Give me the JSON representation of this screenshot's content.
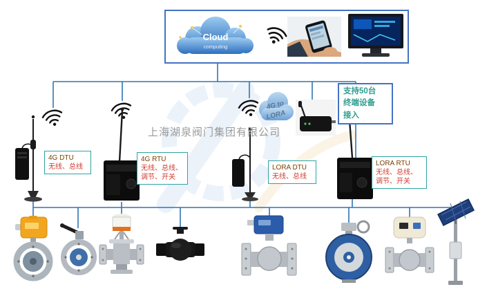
{
  "company": {
    "watermark_text": "上海湖泉阀门集团有限公司"
  },
  "cloud_platform": {
    "cloud_title": "Cloud",
    "cloud_subtitle": "computing"
  },
  "gateway_cloud": {
    "line1": "4G to",
    "line2": "LORA"
  },
  "support_box": {
    "line1": "支持50台",
    "line2": "终端设备",
    "line3": "接入"
  },
  "device_labels": {
    "dtu_4g": {
      "name": "4G DTU",
      "feature1": "无线、总线"
    },
    "rtu_4g": {
      "name": "4G RTU",
      "feature1": "无线、总线、",
      "feature2": "调节、开关"
    },
    "dtu_lora": {
      "name": "LORA DTU",
      "feature1": "无线、总线"
    },
    "rtu_lora": {
      "name": "LORA RTU",
      "feature1": "无线、总线、",
      "feature2": "调节、开关"
    }
  },
  "icons": {
    "wifi_icon": "three-arc wireless signal",
    "cloud_icon": "blue cloud computing shape",
    "antenna_icon": "whip antenna with magnetic base"
  },
  "colors": {
    "connector_blue": "#2E75B6",
    "frame_border_blue": "#4472C4",
    "label_border_teal": "#2FA3A3",
    "device_name_text": "#7B3F00",
    "feature_text_red": "#D23B2E",
    "support_text_teal": "#2E9E8F",
    "watermark_gray": "#9A9A9A"
  },
  "equipment_images": [
    "electric-actuator-butterfly-valve",
    "lever-butterfly-valve",
    "actuated-gate-valve",
    "black-ball-valve",
    "electric-flanged-ball-valve",
    "blue-electric-butterfly-valve",
    "electric-actuator-ball-valve",
    "solar-power-pole"
  ]
}
